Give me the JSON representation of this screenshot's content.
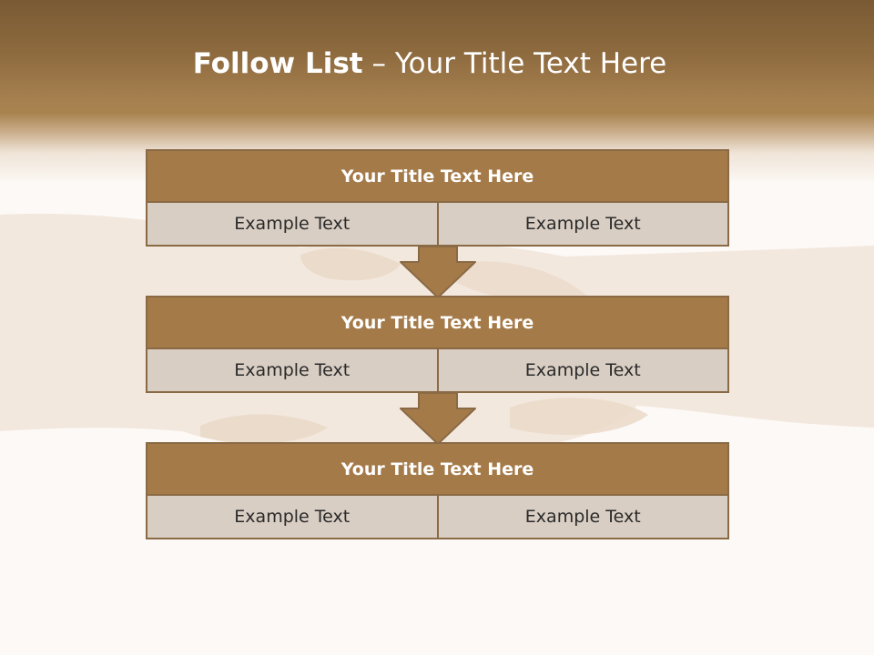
{
  "slide": {
    "title_bold": "Follow List",
    "title_rest": " – Your Title Text Here",
    "panels": [
      {
        "title": "Your Title Text Here",
        "left": "Example Text",
        "right": "Example Text"
      },
      {
        "title": "Your Title Text Here",
        "left": "Example Text",
        "right": "Example Text"
      },
      {
        "title": "Your Title Text Here",
        "left": "Example Text",
        "right": "Example Text"
      }
    ]
  },
  "colors": {
    "header_brown": "#a57a49",
    "border_brown": "#8a6a45",
    "cell_fill": "#d9cec3",
    "background": "#fcf9f6"
  }
}
